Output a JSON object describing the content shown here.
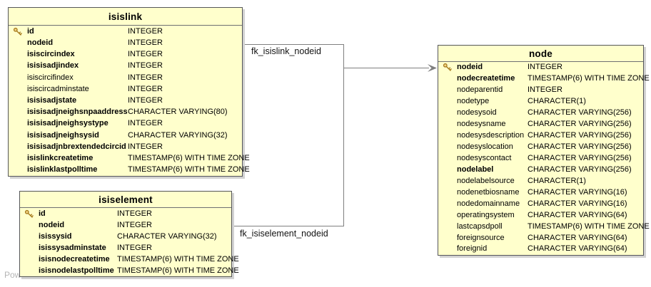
{
  "diagram": {
    "watermark": "Pow",
    "colors": {
      "table_fill": "#ffffcc",
      "table_border": "#55565a",
      "relationship_line": "#7f7f7f",
      "key_icon": "#b8860b",
      "shadow": "#d2d2d2",
      "watermark_text": "#b5b5b5"
    }
  },
  "tables": [
    {
      "id": "isislink",
      "title": "isislink",
      "columns": [
        {
          "name": "id",
          "type": "INTEGER",
          "pk": true,
          "bold": true
        },
        {
          "name": "nodeid",
          "type": "INTEGER",
          "pk": false,
          "bold": true
        },
        {
          "name": "isiscircindex",
          "type": "INTEGER",
          "pk": false,
          "bold": true
        },
        {
          "name": "isisisadjindex",
          "type": "INTEGER",
          "pk": false,
          "bold": true
        },
        {
          "name": "isiscircifindex",
          "type": "INTEGER",
          "pk": false,
          "bold": false
        },
        {
          "name": "isiscircadminstate",
          "type": "INTEGER",
          "pk": false,
          "bold": false
        },
        {
          "name": "isisisadjstate",
          "type": "INTEGER",
          "pk": false,
          "bold": true
        },
        {
          "name": "isisisadjneighsnpaaddress",
          "type": "CHARACTER VARYING(80)",
          "pk": false,
          "bold": true
        },
        {
          "name": "isisisadjneighsystype",
          "type": "INTEGER",
          "pk": false,
          "bold": true
        },
        {
          "name": "isisisadjneighsysid",
          "type": "CHARACTER VARYING(32)",
          "pk": false,
          "bold": true
        },
        {
          "name": "isisisadjnbrextendedcircid",
          "type": "INTEGER",
          "pk": false,
          "bold": true
        },
        {
          "name": "isislinkcreatetime",
          "type": "TIMESTAMP(6) WITH TIME ZONE",
          "pk": false,
          "bold": true
        },
        {
          "name": "isislinklastpolltime",
          "type": "TIMESTAMP(6) WITH TIME ZONE",
          "pk": false,
          "bold": true
        }
      ]
    },
    {
      "id": "isiselement",
      "title": "isiselement",
      "columns": [
        {
          "name": "id",
          "type": "INTEGER",
          "pk": true,
          "bold": true
        },
        {
          "name": "nodeid",
          "type": "INTEGER",
          "pk": false,
          "bold": true
        },
        {
          "name": "isissysid",
          "type": "CHARACTER VARYING(32)",
          "pk": false,
          "bold": true
        },
        {
          "name": "isissysadminstate",
          "type": "INTEGER",
          "pk": false,
          "bold": true
        },
        {
          "name": "isisnodecreatetime",
          "type": "TIMESTAMP(6) WITH TIME ZONE",
          "pk": false,
          "bold": true
        },
        {
          "name": "isisnodelastpolltime",
          "type": "TIMESTAMP(6) WITH TIME ZONE",
          "pk": false,
          "bold": true
        }
      ]
    },
    {
      "id": "node",
      "title": "node",
      "columns": [
        {
          "name": "nodeid",
          "type": "INTEGER",
          "pk": true,
          "bold": true
        },
        {
          "name": "nodecreatetime",
          "type": "TIMESTAMP(6) WITH TIME ZONE",
          "pk": false,
          "bold": true
        },
        {
          "name": "nodeparentid",
          "type": "INTEGER",
          "pk": false,
          "bold": false
        },
        {
          "name": "nodetype",
          "type": "CHARACTER(1)",
          "pk": false,
          "bold": false
        },
        {
          "name": "nodesysoid",
          "type": "CHARACTER VARYING(256)",
          "pk": false,
          "bold": false
        },
        {
          "name": "nodesysname",
          "type": "CHARACTER VARYING(256)",
          "pk": false,
          "bold": false
        },
        {
          "name": "nodesysdescription",
          "type": "CHARACTER VARYING(256)",
          "pk": false,
          "bold": false
        },
        {
          "name": "nodesyslocation",
          "type": "CHARACTER VARYING(256)",
          "pk": false,
          "bold": false
        },
        {
          "name": "nodesyscontact",
          "type": "CHARACTER VARYING(256)",
          "pk": false,
          "bold": false
        },
        {
          "name": "nodelabel",
          "type": "CHARACTER VARYING(256)",
          "pk": false,
          "bold": true
        },
        {
          "name": "nodelabelsource",
          "type": "CHARACTER(1)",
          "pk": false,
          "bold": false
        },
        {
          "name": "nodenetbiosname",
          "type": "CHARACTER VARYING(16)",
          "pk": false,
          "bold": false
        },
        {
          "name": "nodedomainname",
          "type": "CHARACTER VARYING(16)",
          "pk": false,
          "bold": false
        },
        {
          "name": "operatingsystem",
          "type": "CHARACTER VARYING(64)",
          "pk": false,
          "bold": false
        },
        {
          "name": "lastcapsdpoll",
          "type": "TIMESTAMP(6) WITH TIME ZONE",
          "pk": false,
          "bold": false
        },
        {
          "name": "foreignsource",
          "type": "CHARACTER VARYING(64)",
          "pk": false,
          "bold": false
        },
        {
          "name": "foreignid",
          "type": "CHARACTER VARYING(64)",
          "pk": false,
          "bold": false
        }
      ]
    }
  ],
  "relationships": [
    {
      "label": "fk_isislink_nodeid",
      "from_table": "isislink",
      "from_column": "nodeid",
      "to_table": "node",
      "to_column": "nodeid"
    },
    {
      "label": "fk_isiselement_nodeid",
      "from_table": "isiselement",
      "from_column": "nodeid",
      "to_table": "node",
      "to_column": "nodeid"
    }
  ]
}
